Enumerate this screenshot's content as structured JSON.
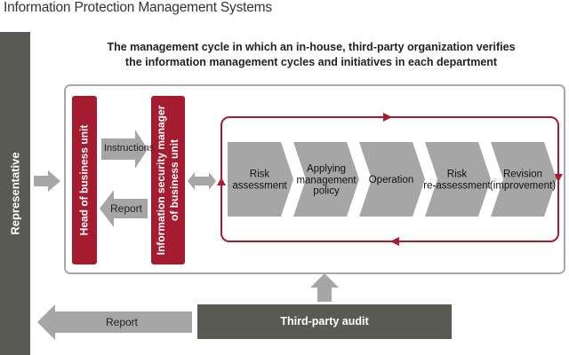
{
  "title": "Information Protection Management Systems",
  "subtitle": {
    "line1": "The management cycle in which an in-house, third-party organization verifies",
    "line2": "the information management cycles and initiatives in each department"
  },
  "representative": "Representative",
  "head_of_unit": "Head of business unit",
  "security_manager": {
    "line1": "Information security manager",
    "line2": "of business unit"
  },
  "instructions": "Instructions",
  "report_inner": "Report",
  "cycle_steps": [
    {
      "lines": [
        "Risk",
        "assessment"
      ]
    },
    {
      "lines": [
        "Applying",
        "management",
        "policy"
      ]
    },
    {
      "lines": [
        "Operation"
      ]
    },
    {
      "lines": [
        "Risk",
        "re-assessment"
      ]
    },
    {
      "lines": [
        "Revision",
        "(improvement)"
      ]
    }
  ],
  "third_party_audit": "Third-party audit",
  "report_bottom": "Report",
  "colors": {
    "accent_red": "#a51c30",
    "dark_gray": "#5a5a55",
    "arrow_gray": "#a6a6a6",
    "border_gray": "#a8a8a8"
  }
}
